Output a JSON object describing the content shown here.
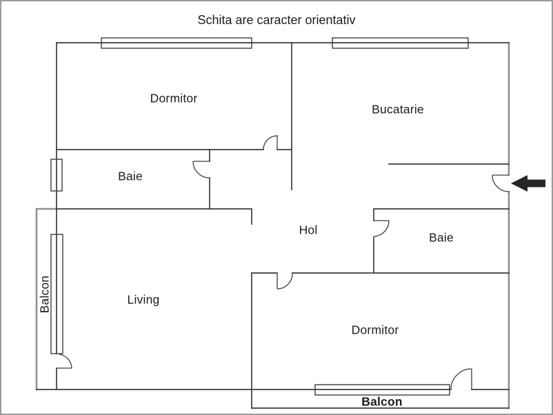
{
  "title": "Schita are caracter orientativ",
  "rooms": [
    {
      "id": "dormitor-1",
      "label": "Dormitor"
    },
    {
      "id": "bucatarie",
      "label": "Bucatarie"
    },
    {
      "id": "baie-1",
      "label": "Baie"
    },
    {
      "id": "hol",
      "label": "Hol"
    },
    {
      "id": "baie-2",
      "label": "Baie"
    },
    {
      "id": "living",
      "label": "Living"
    },
    {
      "id": "dormitor-2",
      "label": "Dormitor"
    },
    {
      "id": "balcon-1",
      "label": "Balcon"
    },
    {
      "id": "balcon-2",
      "label": "Balcon"
    }
  ],
  "entrance": {
    "symbol": "left-pointing-arrow"
  },
  "colors": {
    "wall": "#3b3b3b",
    "exterior": "#8f8f8f",
    "door": "#3b3b3b",
    "window-stroke": "#3b3b3b",
    "arrow": "#262626",
    "frame": "#9b9b9b",
    "text": "#1c1c1c",
    "bg": "#ffffff"
  }
}
